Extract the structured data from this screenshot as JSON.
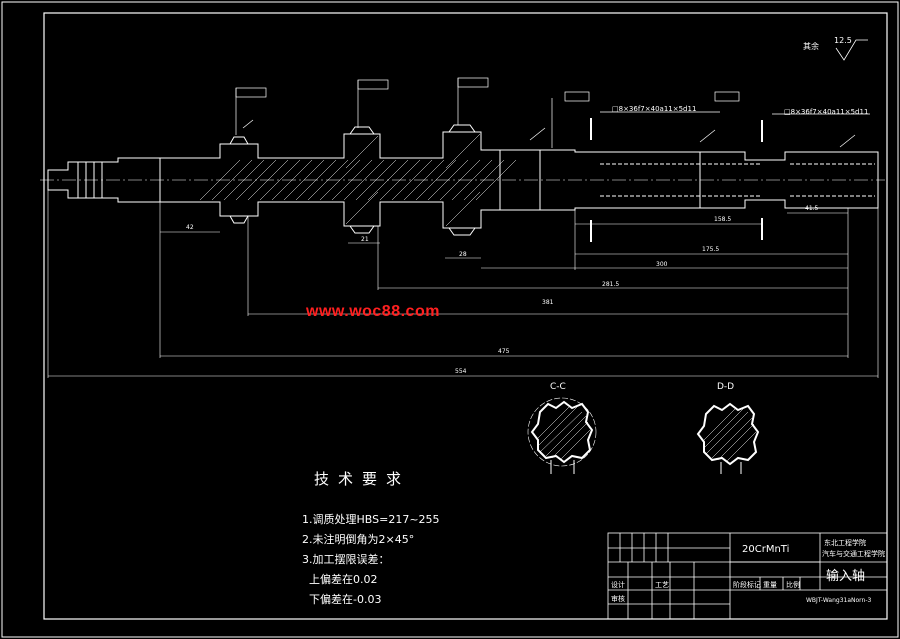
{
  "watermark": "www.woc88.com",
  "roughness_note": {
    "label": "其余",
    "value": "12.5"
  },
  "section_labels": {
    "cc": "C-C",
    "dd": "D-D"
  },
  "spline_callouts": {
    "left": "□8×36f7×40a11×5d11",
    "right": "□8×36f7×40a11×5d11"
  },
  "dimensions": {
    "d42": "42",
    "d21": "21",
    "d28": "28",
    "d158_5": "158.5",
    "d41_5": "41.5",
    "d175_5": "175.5",
    "d300": "300",
    "d281_5": "281.5",
    "d381": "381",
    "d475": "475",
    "d554": "554"
  },
  "tech_requirements": {
    "title": "技术要求",
    "items": [
      "1.调质处理HBS=217~255",
      "2.未注明倒角为2×45°",
      "3.加工摆限误差：",
      "  上偏差在0.02",
      "  下偏差在-0.03"
    ]
  },
  "title_block": {
    "material": "20CrMnTi",
    "school": "东北工程学院",
    "project": "汽车与交通工程学院",
    "part_name": "输入轴",
    "drawing_no": "WBJT-Wang31aNorn-3",
    "row_labels": [
      "设计",
      "审核",
      "工艺"
    ],
    "stage_labels": [
      "阶段标记",
      "重量",
      "比例"
    ]
  }
}
